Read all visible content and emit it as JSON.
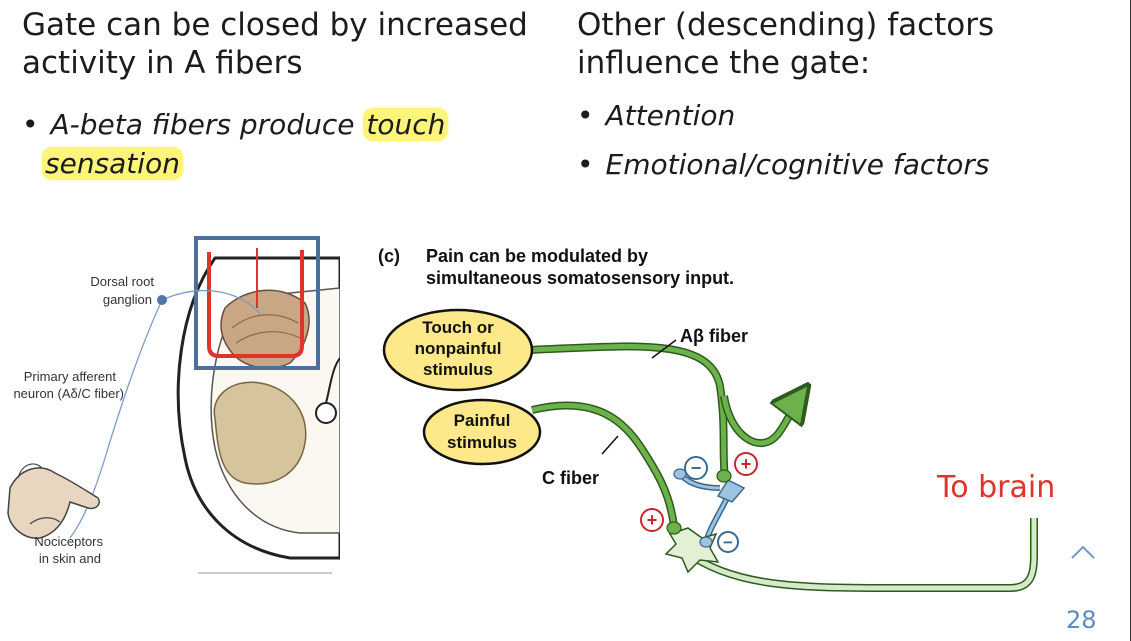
{
  "left_column": {
    "heading": "Gate can be closed by increased activity in A fibers",
    "bullet": {
      "prefix": "A-beta fibers produce",
      "highlight_1": "touch",
      "highlight_2": "sensation"
    }
  },
  "right_column": {
    "heading": "Other (descending) factors influence the gate:",
    "bullets": [
      "Attention",
      "Emotional/cognitive factors"
    ]
  },
  "left_figure": {
    "label_drg_1": "Dorsal root",
    "label_drg_2": "ganglion",
    "label_paf_1": "Primary afferent",
    "label_paf_2": "neuron (Aδ/C fiber)",
    "label_noc_1": "Nociceptors",
    "label_noc_2": "in skin and"
  },
  "right_figure": {
    "caption_letter": "(c)",
    "caption_line_1": "Pain can be modulated by",
    "caption_line_2": "simultaneous somatosensory input.",
    "touch_1": "Touch or",
    "touch_2": "nonpainful",
    "touch_3": "stimulus",
    "pain_1": "Painful",
    "pain_2": "stimulus",
    "abeta_label": "Aβ fiber",
    "cfiber_label": "C fiber",
    "plus_sign": "+",
    "minus_sign": "−"
  },
  "annotation": {
    "to_brain": "To brain",
    "color": "#e0332b"
  },
  "footer": {
    "page_number": "28"
  },
  "colors": {
    "highlight": "#fdf57a",
    "fiber_green": "#6cb24a",
    "bubble_yellow": "#fde98a",
    "frame_blue": "#4d6f9a"
  }
}
